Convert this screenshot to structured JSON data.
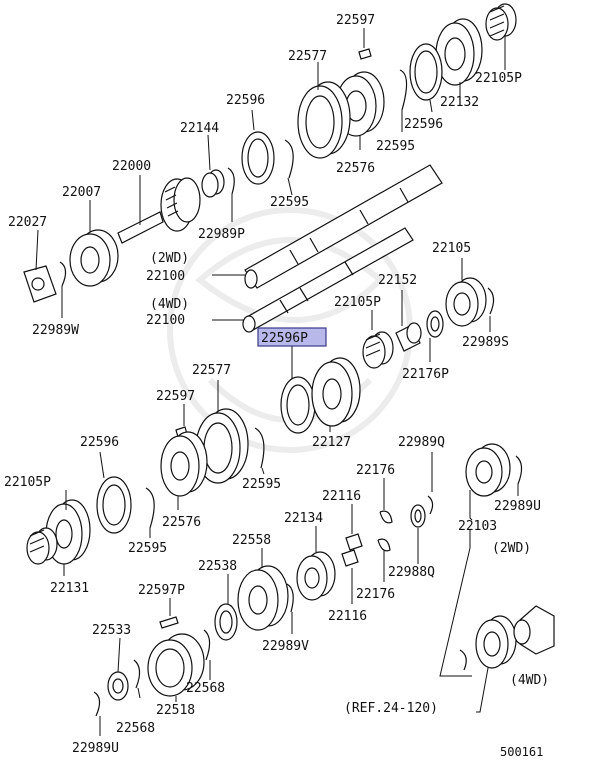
{
  "diagram_code": "500161",
  "highlighted_part": "22596P",
  "callouts": {
    "c22597_top": "22597",
    "c22577_top": "22577",
    "c22105P_tr": "22105P",
    "c22132": "22132",
    "c22596_tr": "22596",
    "c22595_tr": "22595",
    "c22576_top": "22576",
    "c22596_top": "22596",
    "c22144": "22144",
    "c22000": "22000",
    "c22595_mid": "22595",
    "c22007": "22007",
    "c22989P": "22989P",
    "c22027": "22027",
    "c2wd_tag": "(2WD)",
    "c22100_2wd": "22100",
    "c4wd_tag": "(4WD)",
    "c22100_4wd": "22100",
    "c22989W": "22989W",
    "c22105_r": "22105",
    "c22152": "22152",
    "c22105P_mid": "22105P",
    "c22989S": "22989S",
    "c22176P": "22176P",
    "c22577_mid": "22577",
    "c22597_mid": "22597",
    "c22127": "22127",
    "c22596_left": "22596",
    "c22595_low": "22595",
    "c22989Q": "22989Q",
    "c22105P_left": "22105P",
    "c22576_low": "22576",
    "c22176_a": "22176",
    "c22116_a": "22116",
    "c22989U_r": "22989U",
    "c22103": "22103",
    "c2wd_r": "(2WD)",
    "c22595_left": "22595",
    "c22134": "22134",
    "c22131": "22131",
    "c22558": "22558",
    "c22538": "22538",
    "c22988Q": "22988Q",
    "c22176_b": "22176",
    "c22116_b": "22116",
    "c22597P": "22597P",
    "c22533": "22533",
    "c22989V": "22989V",
    "c22568_a": "22568",
    "c22518": "22518",
    "c22568_b": "22568",
    "c22989U_b": "22989U",
    "c4wd_r": "(4WD)",
    "c_ref": "(REF.24-120)"
  }
}
